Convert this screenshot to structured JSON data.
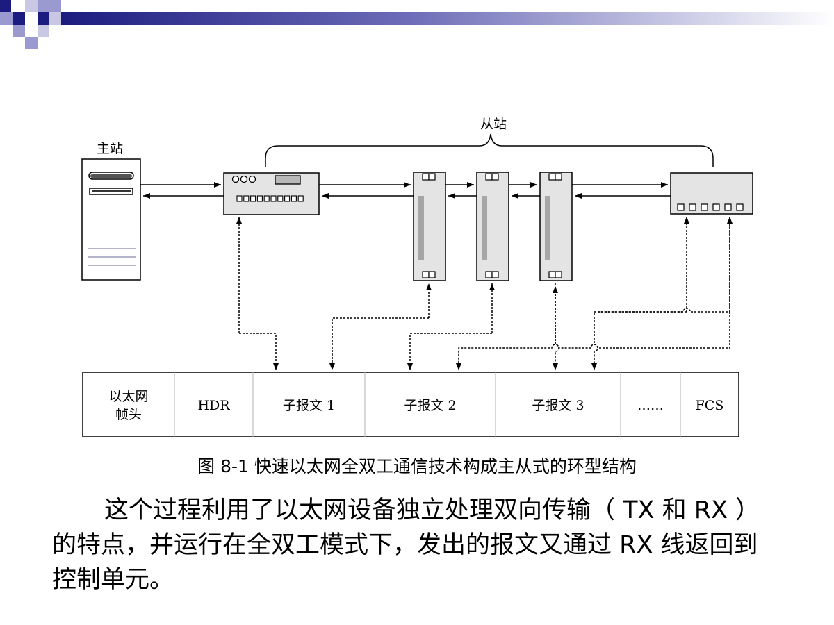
{
  "diagram": {
    "master_label": "主站",
    "slave_label": "从站",
    "frame_cells": [
      {
        "lines": [
          "以太网",
          "帧头"
        ]
      },
      {
        "lines": [
          "HDR"
        ]
      },
      {
        "lines": [
          "子报文 1"
        ]
      },
      {
        "lines": [
          "子报文 2"
        ]
      },
      {
        "lines": [
          "子报文 3"
        ]
      },
      {
        "lines": [
          "……"
        ]
      },
      {
        "lines": [
          "FCS"
        ]
      }
    ]
  },
  "caption": "图 8-1   快速以太网全双工通信技术构成主从式的环型结构",
  "body_text": "这个过程利用了以太网设备独立处理双向传输（ TX 和 RX ）的特点，并运行在全双工模式下，发出的报文又通过 RX 线返回到控制单元。",
  "colors": {
    "header_gradient_start": "#1c1c80",
    "header_gradient_end": "#ffffff",
    "device_fill": "#e4e4e4",
    "led_fill": "#a6a6a6"
  }
}
